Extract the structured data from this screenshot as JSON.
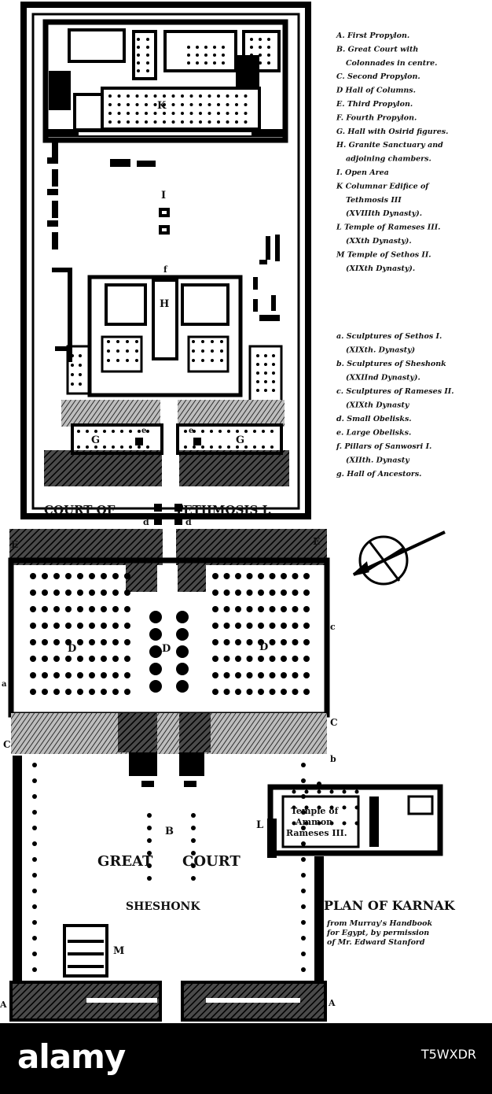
{
  "plan": {
    "title": "PLAN OF KARNAK",
    "credit": [
      "from Murray's Handbook",
      "for Egypt, by permission",
      "of Mr. Edward Stanford"
    ],
    "areas": {
      "court_tethmosis": "COURT  OF",
      "court_tethmosis_b": "TETHMOSIS I.",
      "great_court": "GREAT",
      "great_court_b": "COURT",
      "sheshonk": "SHESHONK",
      "temple_line1": "Temple of",
      "temple_line2": "Ammon",
      "temple_line3": "Rameses III."
    },
    "letters": {
      "A": "A",
      "B": "B",
      "C": "C",
      "D": "D",
      "E": "E",
      "G": "G",
      "H": "H",
      "I": "I",
      "K": "K",
      "L": "L",
      "M": "M",
      "a": "a",
      "b": "b",
      "c": "c",
      "d": "d",
      "e": "e",
      "f": "f"
    },
    "legend_upper": [
      "A. First Propylon.",
      "B. Great Court with",
      "Colonnades in centre.",
      "C. Second Propylon.",
      "D  Hall of Columns.",
      "E. Third Propylon.",
      "F. Fourth Propylon.",
      "G. Hall with Osirid figures.",
      "H. Granite Sanctuary and",
      "adjoining chambers.",
      "I.  Open Area",
      "K  Columnar Edifice of",
      "Tethmosis III",
      "(XVIIIth Dynasty).",
      "L  Temple of Rameses III.",
      "(XXth Dynasty).",
      "M  Temple of Sethos II.",
      "(XIXth Dynasty)."
    ],
    "legend_lower": [
      "a. Sculptures of Sethos I.",
      "(XIXth. Dynasty)",
      "b. Sculptures of Sheshonk",
      "(XXIInd Dynasty).",
      "c. Sculptures of Rameses II.",
      "(XIXth  Dynasty",
      "d. Small Obelisks.",
      "e. Large Obelisks.",
      "f. Pillars of Sanwosri I.",
      "(XIIth. Dynasty",
      "g. Hall of Ancestors."
    ]
  },
  "footer": {
    "logo": "alamy",
    "stock_id": "T5WXDR"
  }
}
